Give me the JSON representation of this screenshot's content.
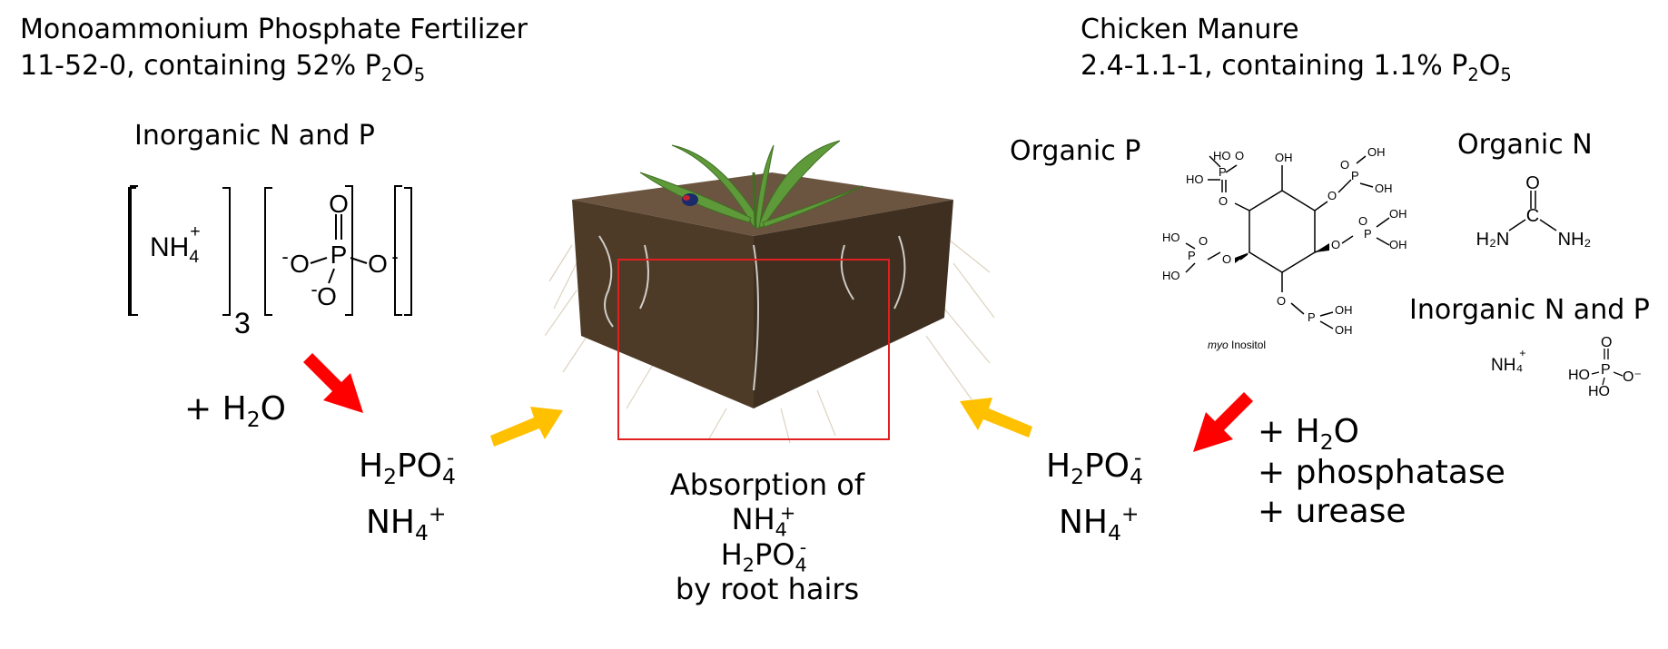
{
  "left": {
    "title_line1": "Monoammonium Phosphate Fertilizer",
    "title_line2_prefix": "11-52-0, containing 52% P",
    "title_line2_sub1": "2",
    "title_line2_mid": "O",
    "title_line2_sub2": "5",
    "inorganic_label": "Inorganic N and P",
    "nh4": "NH",
    "nh4_sub": "4",
    "nh4_sup": "+",
    "bracket_subscript": "3",
    "phosphate": {
      "P": "P",
      "O_top": "O",
      "O_left": "O",
      "O_right": "O",
      "O_bottom": "O",
      "minus": "-"
    },
    "water": "+ H",
    "water_sub": "2",
    "water_end": "O",
    "product1": "H",
    "product1_sub": "2",
    "product1_mid": "PO",
    "product1_sub2": "4",
    "product1_sup": "-",
    "product2": "NH",
    "product2_sub": "4",
    "product2_sup": "+"
  },
  "center": {
    "line1": "Absorption of",
    "line2": "NH",
    "line2_sub": "4",
    "line2_sup": "+",
    "line3": "H",
    "line3_sub": "2",
    "line3_mid": "PO",
    "line3_sub2": "4",
    "line3_sup": "-",
    "line4": "by root hairs"
  },
  "right": {
    "title_line1": "Chicken Manure",
    "title_line2_prefix": "2.4-1.1-1, containing 1.1% P",
    "title_line2_sub1": "2",
    "title_line2_mid": "O",
    "title_line2_sub2": "5",
    "organic_p_label": "Organic P",
    "organic_n_label": "Organic N",
    "inorganic_label": "Inorganic N and P",
    "inositol_label_italic": "myo",
    "inositol_label": "Inositol",
    "inositol_atoms": {
      "OH": "OH",
      "HO": "HO",
      "O": "O",
      "P": "P"
    },
    "urea": {
      "O": "O",
      "C": "C",
      "H2N": "H₂N",
      "NH2": "NH₂"
    },
    "small_nh4": "NH₄",
    "small_nh4_sup": "+",
    "small_phos": {
      "HO1": "HO",
      "HO2": "HO",
      "P": "P",
      "O": "O",
      "Ominus": "O⁻"
    },
    "add1": "+ H",
    "add1_sub": "2",
    "add1_end": "O",
    "add2": "+ phosphatase",
    "add3": "+ urease",
    "product1": "H",
    "product1_sub": "2",
    "product1_mid": "PO",
    "product1_sub2": "4",
    "product1_sup": "-",
    "product2": "NH",
    "product2_sub": "4",
    "product2_sup": "+"
  },
  "colors": {
    "arrow_red": "#ff0000",
    "arrow_gold": "#ffc000",
    "highlight_box": "#e02020",
    "soil_dark": "#5a4630",
    "leaf_green": "#5f9a3a"
  },
  "icons": [
    "red-arrow",
    "gold-arrow",
    "soil-block-illustration",
    "beetle-icon"
  ]
}
